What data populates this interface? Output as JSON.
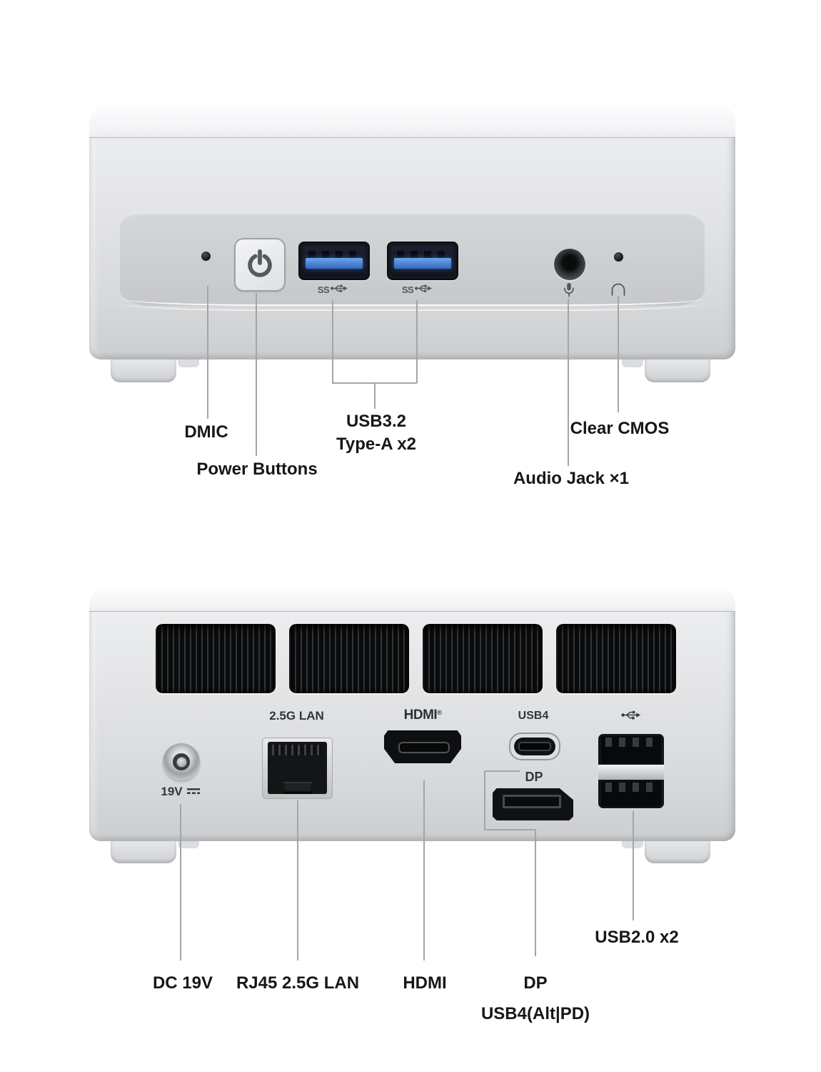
{
  "figures": {
    "front": {
      "title_hint": "mini PC front panel diagram",
      "ss_usb_label": "SS",
      "callouts": {
        "dmic": "DMIC",
        "power": "Power Buttons",
        "usb32_line1": "USB3.2",
        "usb32_line2": "Type-A x2",
        "audio_jack": "Audio Jack ×1",
        "clear_cmos": "Clear CMOS"
      }
    },
    "rear": {
      "title_hint": "mini PC rear panel diagram",
      "device_labels": {
        "lan": "2.5G LAN",
        "hdmi": "HDMI",
        "hdmi_reg": "®",
        "usb4": "USB4",
        "dp": "DP",
        "dc_voltage": "19V"
      },
      "callouts": {
        "dc": "DC 19V",
        "lan": "RJ45 2.5G LAN",
        "hdmi": "HDMI",
        "dp": "DP",
        "dp_sub": "USB4(Alt|PD)",
        "usb2": "USB2.0 x2"
      }
    }
  },
  "colors": {
    "background": "#ffffff",
    "label_text": "#161718",
    "callout_line": "#a3a5a7",
    "usb3_blue": "#3d7fd9",
    "chassis_light": "#eef0f1",
    "chassis_dark": "#cbcdcf",
    "vent_black": "#0c0d0e"
  }
}
